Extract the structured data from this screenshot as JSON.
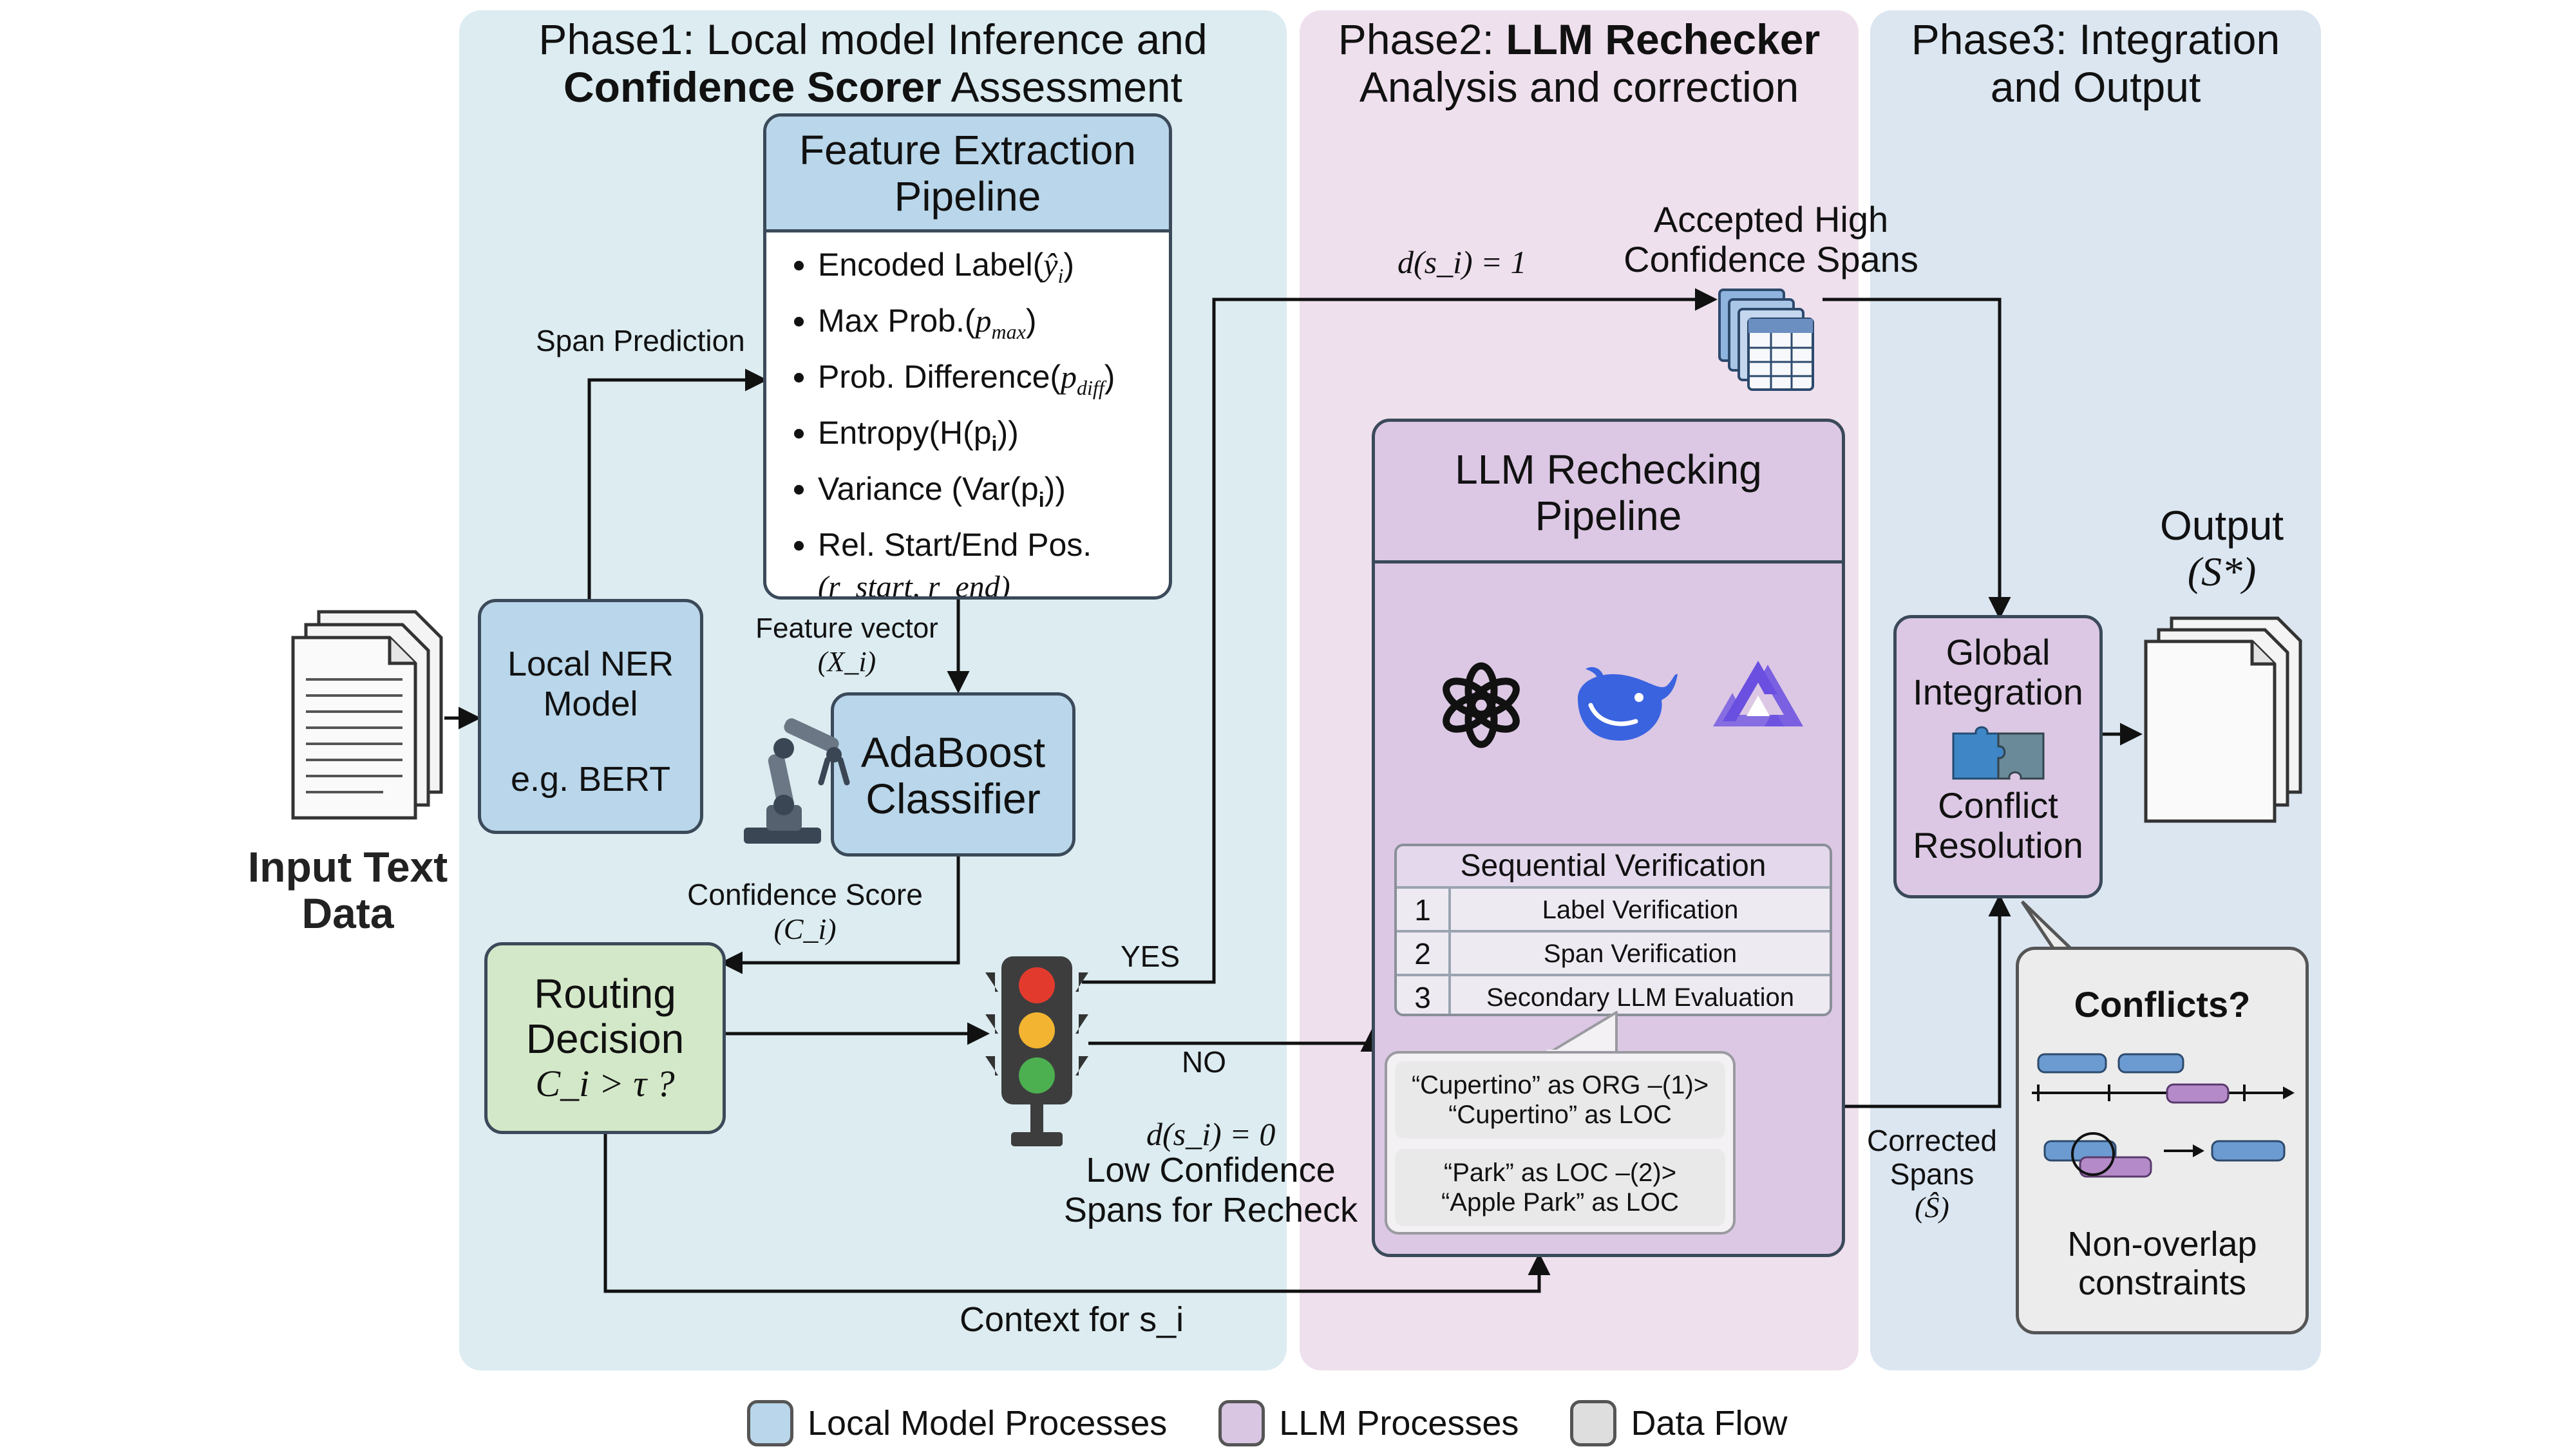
{
  "phases": {
    "p1": {
      "line1": "Phase1: Local model Inference and",
      "line2_bold": "Confidence Scorer",
      "line2_rest": " Assessment"
    },
    "p2": {
      "line1_pre": "Phase2: ",
      "line1_bold": "LLM Rechecker",
      "line2": "Analysis and correction"
    },
    "p3": {
      "line1": "Phase3: Integration",
      "line2": "and Output"
    }
  },
  "input": {
    "line1": "Input Text",
    "line2": "Data"
  },
  "ner": {
    "line1": "Local NER",
    "line2": "Model",
    "line3": "e.g. BERT"
  },
  "feature_pipeline": {
    "title1": "Feature Extraction",
    "title2": "Pipeline",
    "items": [
      {
        "text": "Encoded Label(",
        "math": "ŷ",
        "sub": "i",
        "close": ")"
      },
      {
        "text": "Max Prob.(",
        "math": "p",
        "sub": "max",
        "close": ")"
      },
      {
        "text": "Prob. Difference(",
        "math": "p",
        "sub": "diff",
        "close": ")"
      },
      {
        "text": "Entropy(",
        "math": "H(p",
        "sub": "i",
        "close": "))"
      },
      {
        "text": "Variance (",
        "math": "Var(p",
        "sub": "i",
        "close": "))"
      },
      {
        "text": "Rel. Start/End Pos.",
        "math": "",
        "sub": "",
        "close": ""
      }
    ],
    "pos_line": "(r_start, r_end)"
  },
  "labels": {
    "span_prediction": "Span Prediction",
    "feature_vector": "Feature vector",
    "feature_vector_sym": "(X_i)",
    "confidence_score": "Confidence Score",
    "confidence_sym": "(C_i)",
    "yes": "YES",
    "no": "NO",
    "d1": "d(s_i) = 1",
    "d0": "d(s_i) = 0",
    "low_conf1": "Low Confidence",
    "low_conf2": "Spans for Recheck",
    "accepted1": "Accepted High",
    "accepted2": "Confidence Spans",
    "context": "Context for s_i",
    "corrected1": "Corrected",
    "corrected2": "Spans",
    "corrected_sym": "(Ŝ)"
  },
  "adaboost": {
    "line1": "AdaBoost",
    "line2": "Classifier"
  },
  "routing": {
    "line1": "Routing",
    "line2": "Decision",
    "cond": "C_i > τ ?"
  },
  "llm_pipeline": {
    "title1": "LLM Rechecking",
    "title2": "Pipeline",
    "verification_title": "Sequential Verification",
    "steps": [
      {
        "num": "1",
        "label": "Label Verification"
      },
      {
        "num": "2",
        "label": "Span Verification"
      },
      {
        "num": "3",
        "label": "Secondary LLM Evaluation"
      }
    ],
    "examples": [
      {
        "line1": "“Cupertino” as ORG –(1)>",
        "line2": "“Cupertino” as LOC"
      },
      {
        "line1": "“Park” as LOC –(2)>",
        "line2": "“Apple Park” as LOC"
      }
    ],
    "logos": [
      "openai-logo",
      "deepseek-logo",
      "qwen-logo"
    ]
  },
  "global": {
    "line1": "Global",
    "line2": "Integration",
    "line3": "Conflict",
    "line4": "Resolution"
  },
  "output": {
    "line1": "Output",
    "line2": "(S*)"
  },
  "conflicts": {
    "title": "Conflicts?",
    "line1": "Non-overlap",
    "line2": "constraints"
  },
  "legend": [
    {
      "label": "Local Model Processes",
      "color": "#b9d6ea"
    },
    {
      "label": "LLM Processes",
      "color": "#d9c6e3"
    },
    {
      "label": "Data Flow",
      "color": "#dedede"
    }
  ],
  "colors": {
    "phase1_bg": "#dcecf1",
    "phase2_bg": "#efe0ee",
    "phase3_bg": "#dbe6f1",
    "local_box": "#b9d6ea",
    "llm_box": "#d9c6e3",
    "routing_box": "#d3e8c8"
  }
}
